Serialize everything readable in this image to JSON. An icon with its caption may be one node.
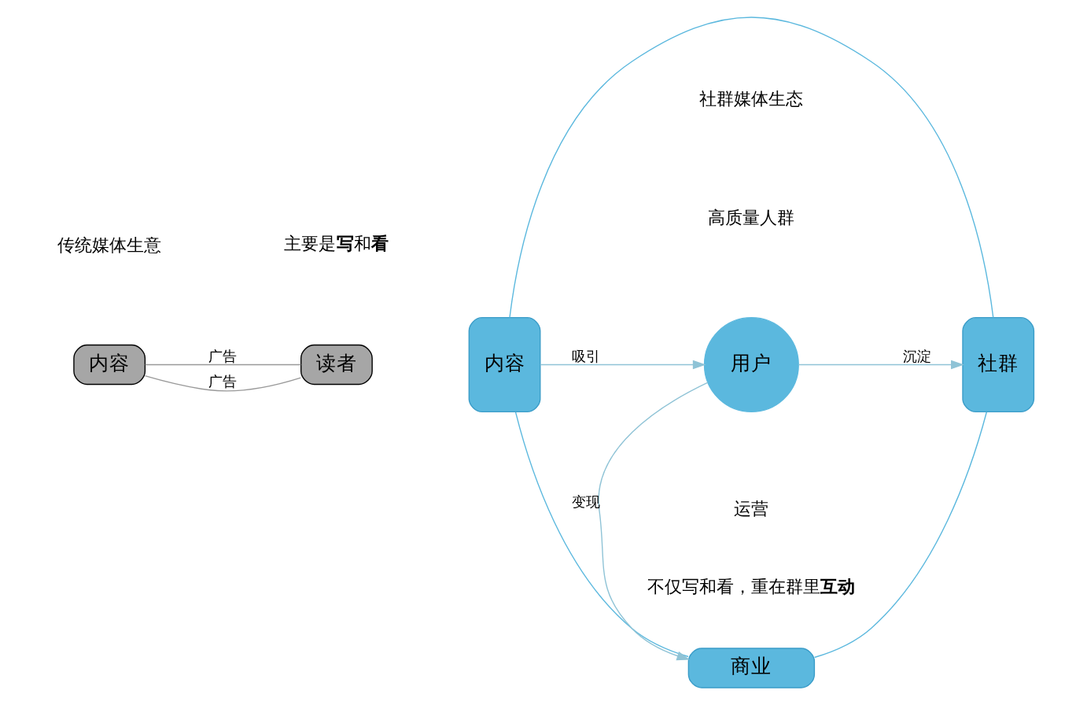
{
  "diagram": {
    "nodes": [
      {
        "text": [
          "内容"
        ]
      },
      {
        "text": [
          "读者"
        ]
      },
      {
        "text": [
          "内容"
        ]
      },
      {
        "text": [
          "用户"
        ]
      },
      {
        "text": [
          "社群"
        ]
      },
      {
        "text": [
          "商业"
        ]
      }
    ],
    "edges": [
      {
        "from": 0,
        "to": 1,
        "arrow": "none",
        "label": "广告"
      },
      {
        "from": 0,
        "to": 1,
        "arrow": "none",
        "label": "广告"
      },
      {
        "from": 2,
        "to": 3,
        "arrow": "to",
        "label": "吸引"
      },
      {
        "from": 3,
        "to": 4,
        "arrow": "to",
        "label": "沉淀"
      },
      {
        "from": 3,
        "to": 5,
        "arrow": "to",
        "label": "变现"
      },
      {
        "from": 2,
        "to": 4,
        "arrow": "none",
        "color": "#5bb8de"
      },
      {
        "from": 2,
        "to": 5,
        "arrow": "none",
        "color": "#5bb8de"
      },
      {
        "from": 4,
        "to": 5,
        "arrow": "none",
        "color": "#5bb8de"
      }
    ],
    "labels": [
      "传统媒体生意",
      "社群媒体生态",
      "高质量人群",
      "运营",
      "主要是**写**和**看**",
      "不仅写和看，重在群里**互动**"
    ]
  }
}
